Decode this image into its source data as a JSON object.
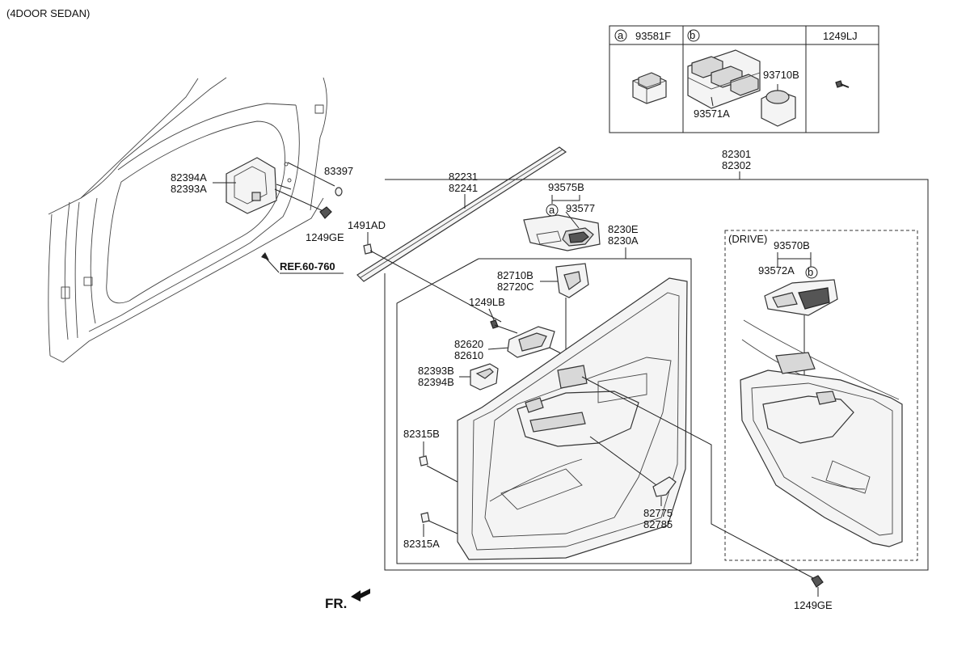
{
  "diagram": {
    "variant_note": "(4DOOR SEDAN)",
    "drive_box_label": "(DRIVE)",
    "front_label": "FR.",
    "reference_label": "REF.60-760",
    "callout_a": "a",
    "callout_b": "b",
    "legend": {
      "header_a": "93581F",
      "header_b": "",
      "header_c": "1249LJ",
      "part_b1": "93710B",
      "part_b2": "93571A"
    },
    "parts": {
      "p83397": "83397",
      "p82394A": "82394A",
      "p82393A": "82393A",
      "p1249GE_top": "1249GE",
      "p1491AD": "1491AD",
      "p82231": "82231",
      "p82241": "82241",
      "p93575B": "93575B",
      "p93577": "93577",
      "p82301": "82301",
      "p82302": "82302",
      "p8230E": "8230E",
      "p8230A": "8230A",
      "p82710B": "82710B",
      "p82720C": "82720C",
      "p1249LB": "1249LB",
      "p82620": "82620",
      "p82610": "82610",
      "p82393B": "82393B",
      "p82394B": "82394B",
      "p82315B": "82315B",
      "p82315A": "82315A",
      "p82775": "82775",
      "p82785": "82785",
      "p93570B": "93570B",
      "p93572A": "93572A",
      "p1249GE_bottom": "1249GE"
    }
  }
}
